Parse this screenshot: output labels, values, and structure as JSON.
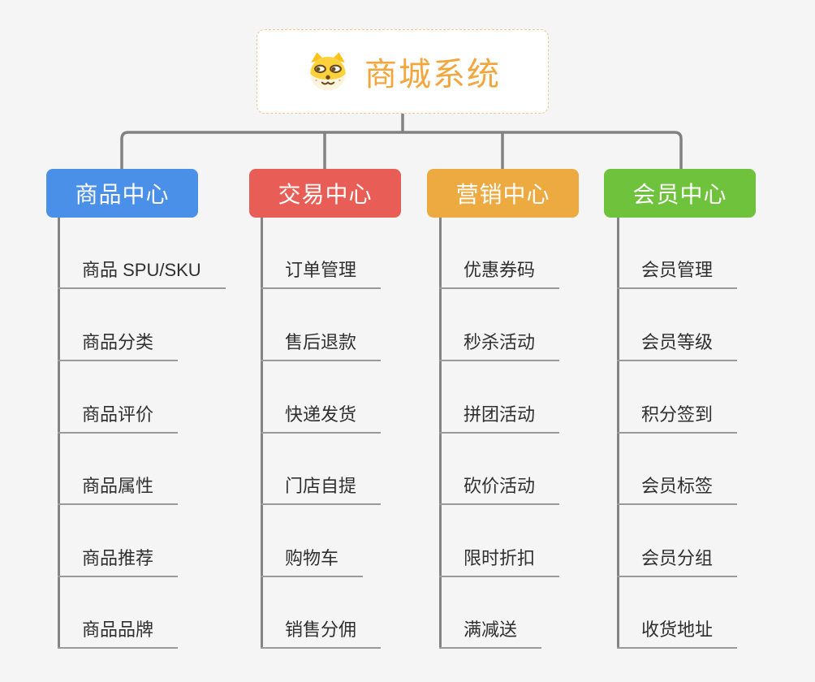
{
  "page": {
    "background_color": "#f5f5f6",
    "connector_color": "#828282",
    "underline_color": "#9a9a9a"
  },
  "root": {
    "title": "商城系统",
    "title_color": "#f1a73e",
    "border_color": "#f0c98c",
    "icon": "shiba-dog-icon"
  },
  "branches": [
    {
      "label": "商品中心",
      "color": "#4a8fe8",
      "items": [
        "商品 SPU/SKU",
        "商品分类",
        "商品评价",
        "商品属性",
        "商品推荐",
        "商品品牌"
      ]
    },
    {
      "label": "交易中心",
      "color": "#e85d55",
      "items": [
        "订单管理",
        "售后退款",
        "快递发货",
        "门店自提",
        "购物车",
        "销售分佣"
      ]
    },
    {
      "label": "营销中心",
      "color": "#ecaa40",
      "items": [
        "优惠券码",
        "秒杀活动",
        "拼团活动",
        "砍价活动",
        "限时折扣",
        "满减送"
      ]
    },
    {
      "label": "会员中心",
      "color": "#6fc23c",
      "items": [
        "会员管理",
        "会员等级",
        "积分签到",
        "会员标签",
        "会员分组",
        "收货地址"
      ]
    }
  ]
}
